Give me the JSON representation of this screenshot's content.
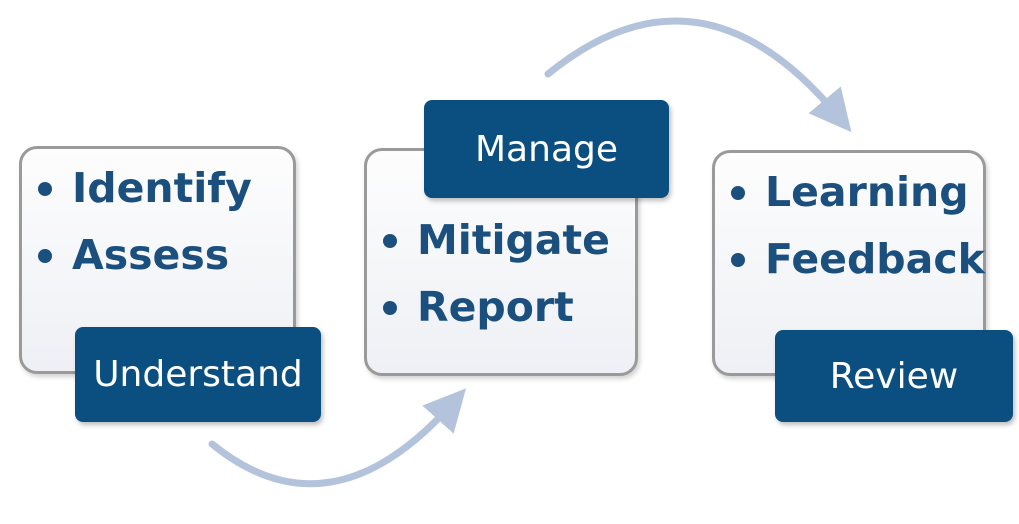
{
  "stages": [
    {
      "title": "Understand",
      "items": [
        "Identify",
        "Assess"
      ]
    },
    {
      "title": "Manage",
      "items": [
        "Mitigate",
        "Report"
      ]
    },
    {
      "title": "Review",
      "items": [
        "Learning",
        "Feedback"
      ]
    }
  ],
  "colors": {
    "label_background": "#0b4f80",
    "item_text": "#1b4f7e",
    "card_border": "#9a9a9a",
    "arrow": "#b4c3dc"
  }
}
